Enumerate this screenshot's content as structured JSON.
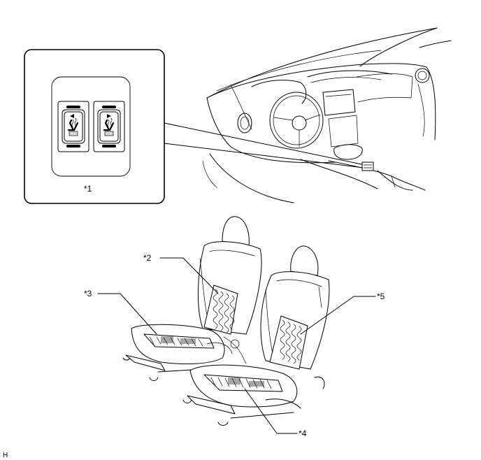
{
  "callouts": {
    "c1": "*1",
    "c2": "*2",
    "c3": "*3",
    "c4": "*4",
    "c5": "*5"
  },
  "footer_code": "H",
  "icons": {
    "left_arrow": "triangle-left",
    "right_arrow": "triangle-right",
    "seat_heater": "heated-seat-symbol"
  }
}
